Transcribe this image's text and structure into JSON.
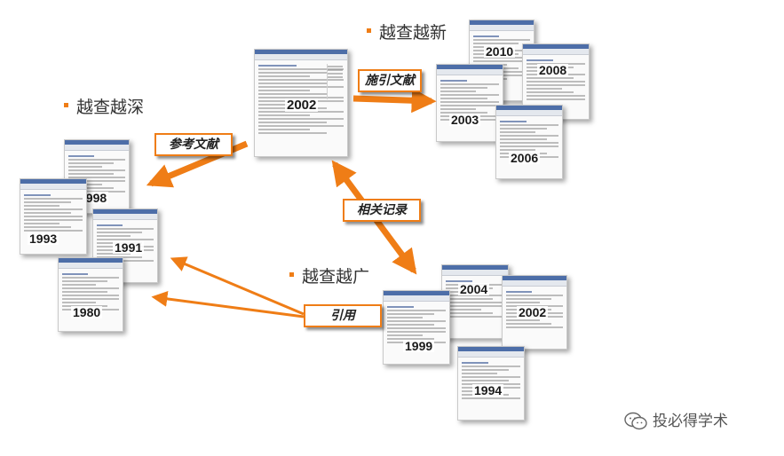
{
  "headings": {
    "newer": "越查越新",
    "deeper": "越查越深",
    "broader": "越查越广"
  },
  "labels": {
    "citing": "施引文献",
    "references": "参考文献",
    "related": "相关记录",
    "cited": "引用"
  },
  "center_doc": {
    "year": "2002"
  },
  "newer_docs": [
    "2010",
    "2008",
    "2003",
    "2006"
  ],
  "older_docs": [
    "1998",
    "1993",
    "1991",
    "1980"
  ],
  "related_docs": [
    "2004",
    "2002",
    "1999",
    "1994"
  ],
  "watermark": "投必得学术",
  "colors": {
    "accent": "#ef7d16",
    "text": "#333333",
    "thumb_header": "#4d6ea8"
  }
}
